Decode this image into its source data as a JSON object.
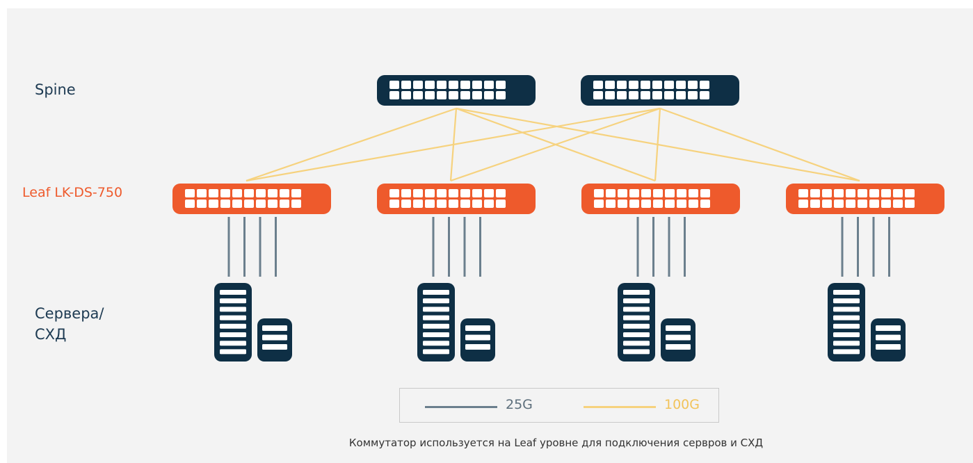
{
  "labels": {
    "spine": "Spine",
    "leaf": "Leaf LK-DS-750",
    "servers_line1": "Сервера/",
    "servers_line2": "СХД"
  },
  "legend": [
    {
      "label": "25G",
      "color": "#6b7f8d"
    },
    {
      "label": "100G",
      "color": "#f6d27e"
    }
  ],
  "caption": "Коммутатор используется на Leaf уровне для подключения сервров и СХД",
  "colors": {
    "spine_switch": "#0e2f45",
    "leaf_switch": "#ee5a2c",
    "server": "#0e2f45",
    "link_25g": "#6b7f8d",
    "link_100g": "#f6d27e",
    "background": "#f3f3f3"
  },
  "nodes": {
    "spine_count": 2,
    "leaf_count": 4,
    "server_groups": 4,
    "downlinks_per_leaf": 4
  }
}
